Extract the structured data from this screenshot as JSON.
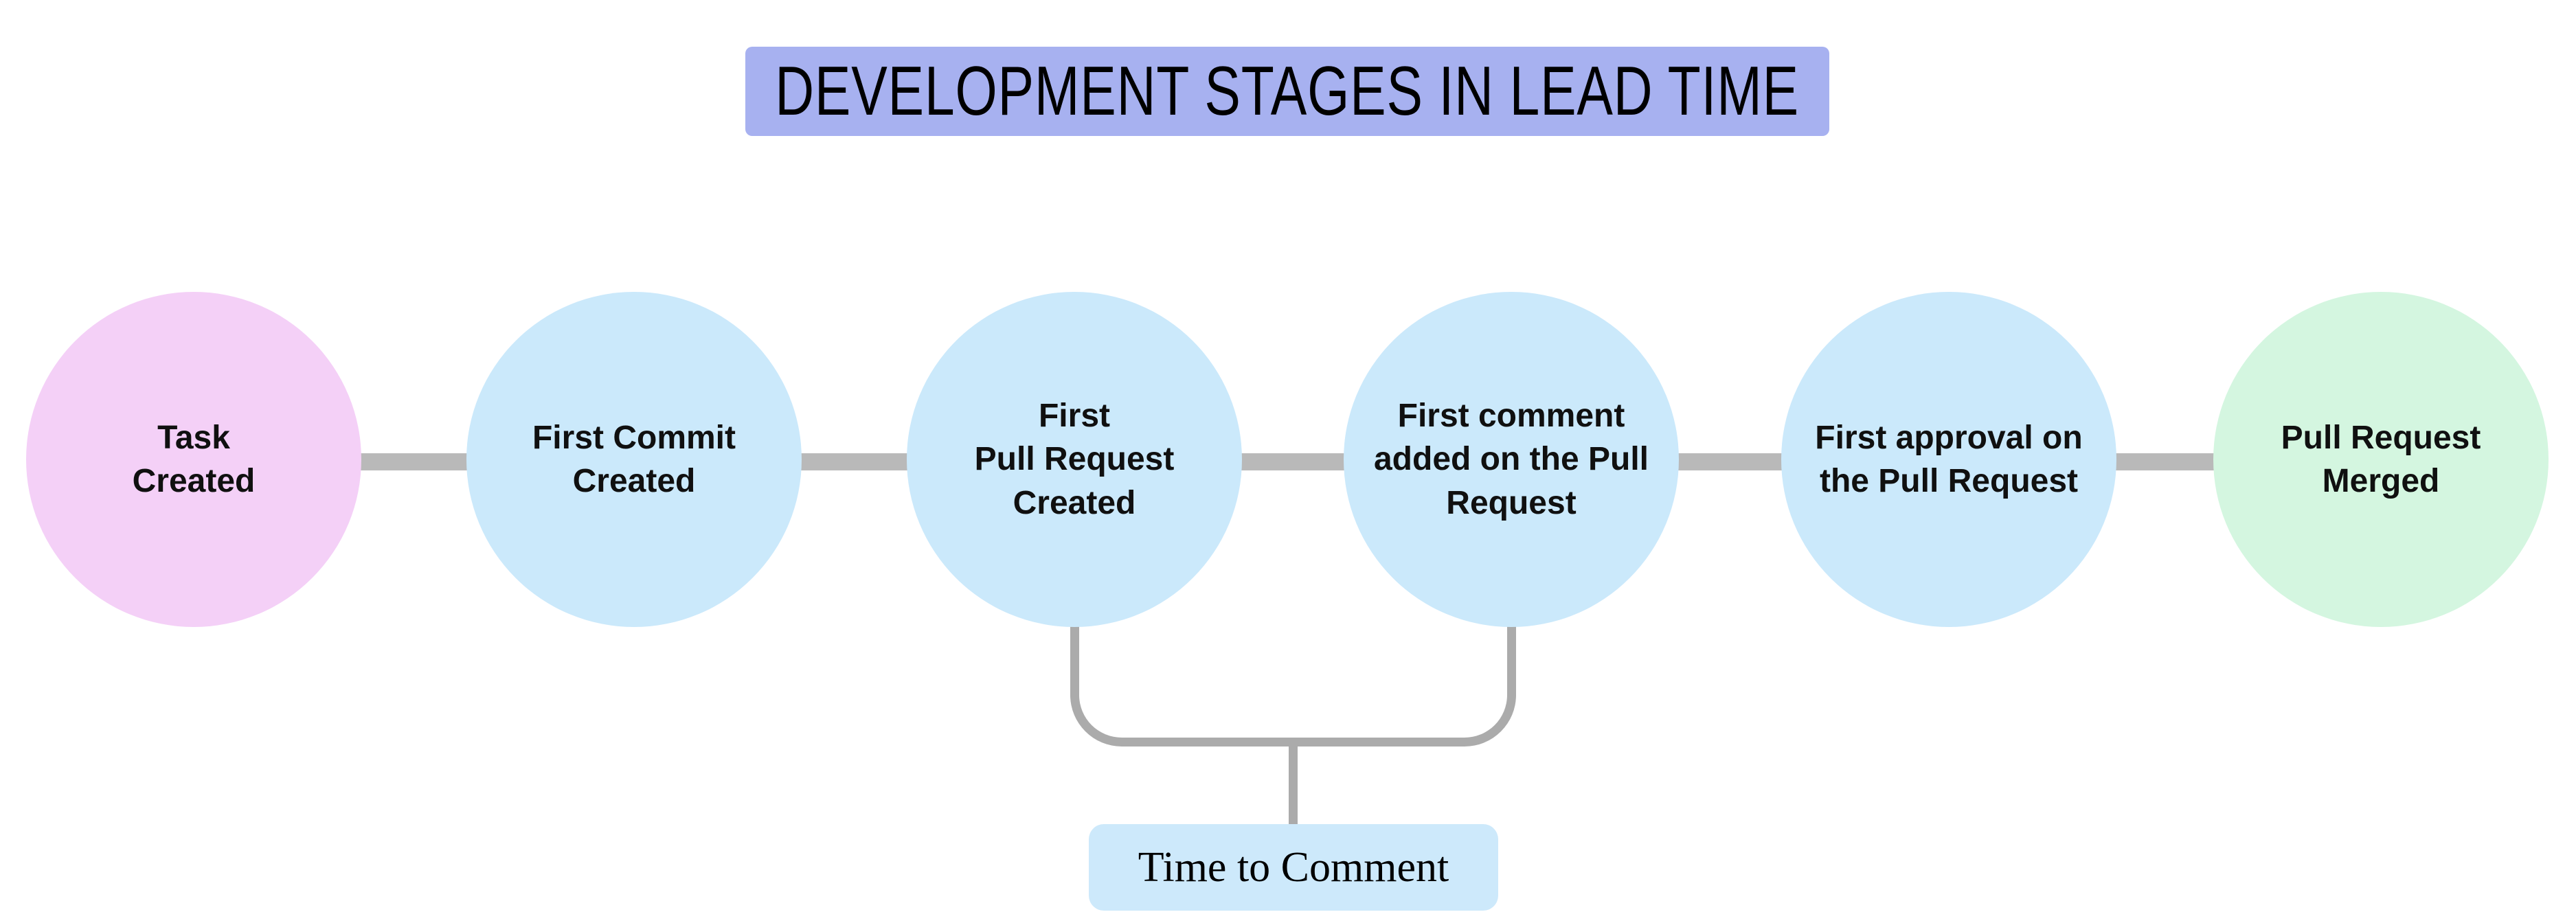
{
  "diagram": {
    "title": "DEVELOPMENT STAGES IN LEAD TIME",
    "title_bg": "#a7b1f0",
    "stages": [
      {
        "name": "task-created",
        "lines": [
          "Task",
          "Created"
        ],
        "color": "#f4d0f7"
      },
      {
        "name": "first-commit-created",
        "lines": [
          "First Commit",
          "Created"
        ],
        "color": "#cbe9fb"
      },
      {
        "name": "first-pull-request-created",
        "lines": [
          "First",
          "Pull Request",
          "Created"
        ],
        "color": "#cbe9fb"
      },
      {
        "name": "first-comment-added",
        "lines": [
          "First comment",
          "added on the Pull",
          "Request"
        ],
        "color": "#cbe9fb"
      },
      {
        "name": "first-approval",
        "lines": [
          "First approval on",
          "the Pull Request"
        ],
        "color": "#cbe9fb"
      },
      {
        "name": "pull-request-merged",
        "lines": [
          "Pull Request",
          "Merged"
        ],
        "color": "#d4f6e0"
      }
    ],
    "connector_color": "#b9b9b9",
    "bracket": {
      "label": "Time to Comment",
      "label_bg": "#cde9fb",
      "line_color": "#ababab"
    }
  }
}
